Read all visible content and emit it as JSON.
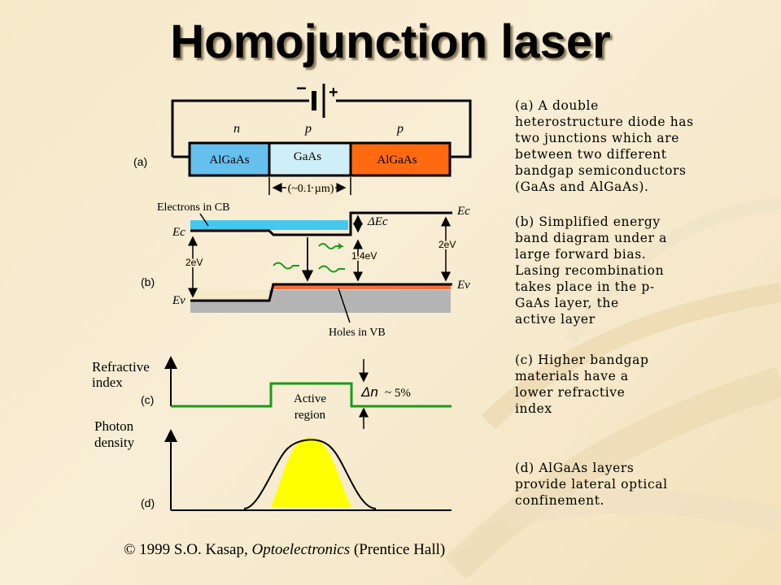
{
  "title": "Homojunction laser",
  "panel_a": {
    "label": "(a)",
    "n_label": "n",
    "p_label_1": "p",
    "p_label_2": "p",
    "left_layer": "AlGaAs",
    "middle_layer": "GaAs",
    "right_layer": "AlGaAs",
    "thickness": "(~0.1 µm)",
    "battery_minus": "−",
    "battery_plus": "+",
    "colors": {
      "left": "#66c0ee",
      "middle": "#cfeff8",
      "right": "#ff6a10"
    }
  },
  "panel_b": {
    "label": "(b)",
    "electrons": "Electrons in CB",
    "holes": "Holes in VB",
    "ec_left": "Ec",
    "ev_left": "Ev",
    "ec_right": "Ec",
    "ev_right": "Ev",
    "delta_ec": "ΔEc",
    "gap_left": "2eV",
    "gap_mid": "1.4eV",
    "gap_right": "2eV",
    "colors": {
      "cb": "#44c8ee",
      "vb": "#b4b4b4",
      "holes": "#ff6a3a"
    }
  },
  "panel_c": {
    "label": "(c)",
    "ylabel_1": "Refractive",
    "ylabel_2": "index",
    "active_1": "Active",
    "active_2": "region",
    "delta_n": "Δn",
    "delta_n_value": "~ 5%",
    "color": "#1a9a1a"
  },
  "panel_d": {
    "label": "(d)",
    "ylabel_1": "Photon",
    "ylabel_2": "density",
    "color": "#ffff00"
  },
  "captions": [
    "(a) A double\nheterostructure diode has\ntwo junctions which are\nbetween two different\nbandgap semiconductors\n(GaAs and AlGaAs).",
    "(b) Simplified energy\nband diagram under a\nlarge forward bias.\nLasing recombination\ntakes place in the p-\nGaAs layer, the\nactive layer",
    "(c) Higher bandgap\nmaterials have a\nlower refractive\nindex",
    "(d) AlGaAs layers\nprovide lateral optical\nconfinement."
  ],
  "copyright": {
    "prefix": "© 1999 S.O. Kasap,",
    "book": "Optoelectronics",
    "publisher": "(Prentice Hall)"
  }
}
